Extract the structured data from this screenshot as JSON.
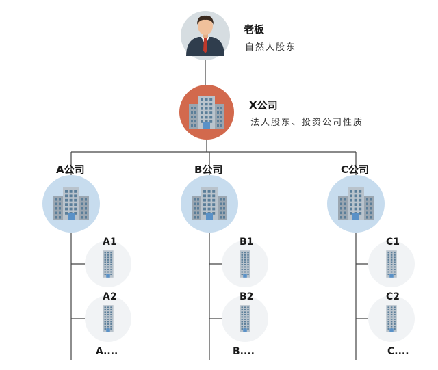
{
  "boss": {
    "title": "老板",
    "subtitle": "自然人股东"
  },
  "x_company": {
    "title": "X公司",
    "subtitle": "法人股东、投资公司性质"
  },
  "branches": [
    {
      "title": "A公司",
      "children": [
        "A1",
        "A2"
      ],
      "more": "A...."
    },
    {
      "title": "B公司",
      "children": [
        "B1",
        "B2"
      ],
      "more": "B...."
    },
    {
      "title": "C公司",
      "children": [
        "C1",
        "C2"
      ],
      "more": "C...."
    }
  ],
  "colors": {
    "line": "#444444",
    "boss_circle": "#d6dde1",
    "x_circle": "#d2694d",
    "branch_circle": "#c7dcee",
    "child_circle": "#f1f3f5",
    "suit": "#2f3d4d",
    "tie": "#c0392b",
    "skin": "#f0c09b",
    "hair": "#3a2a1f",
    "building": "#b9c3cc",
    "building_dark": "#9aa6b1",
    "window": "#5b7e99",
    "door": "#5a91c7"
  },
  "icons": [
    "person-icon",
    "building-icon"
  ]
}
